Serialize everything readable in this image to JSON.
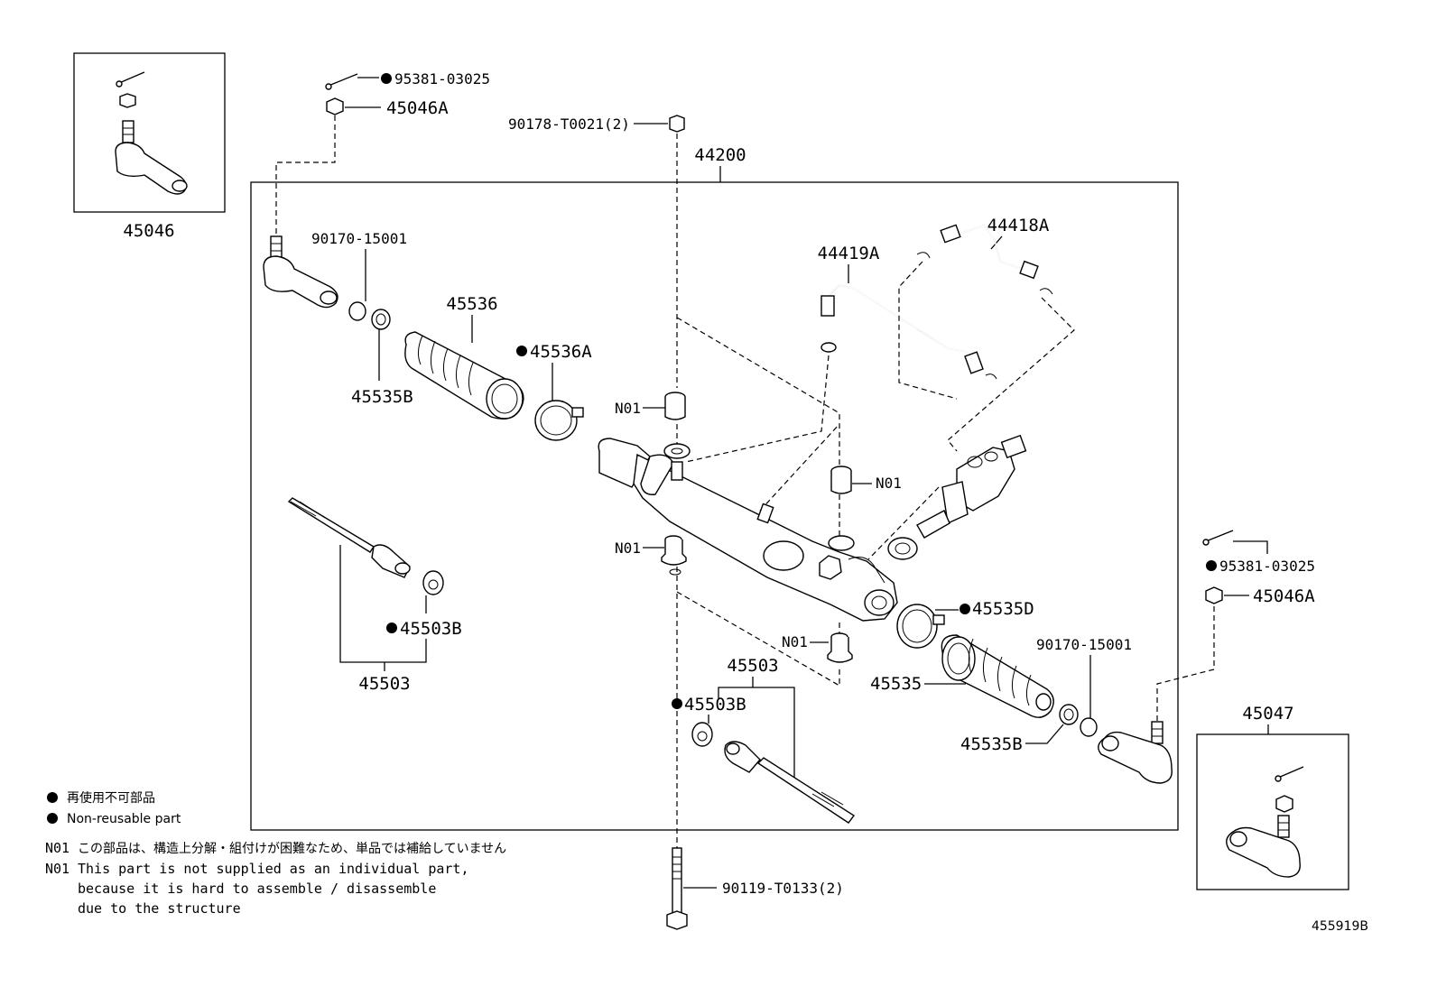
{
  "diagram": {
    "code": "455919B",
    "main_assembly": "44200",
    "labels": {
      "tie_end_kit_left": "45046",
      "tie_end_kit_right": "45047",
      "cotter_pin_left": "95381-03025",
      "nut_left": "45046A",
      "bolt_top": "90178-T0021(2)",
      "main": "44200",
      "clip_left": "90170-15001",
      "boot_left": "45536",
      "boot_clamp_left": "45536A",
      "clamp_left": "45535B",
      "tube_44419": "44419A",
      "tube_44418": "44418A",
      "n01_a": "N01",
      "n01_b": "N01",
      "n01_c": "N01",
      "n01_d": "N01",
      "washer_left": "45503B",
      "rod_left": "45503",
      "cotter_pin_right": "95381-03025",
      "nut_right": "45046A",
      "boot_clamp_right": "45535D",
      "clip_right": "90170-15001",
      "rod_right": "45503",
      "washer_right": "45503B",
      "boot_right": "45535",
      "clamp_right": "45535B",
      "bolt_bottom": "90119-T0133(2)"
    },
    "legend": {
      "jp_nonreusable": "再使用不可部品",
      "en_nonreusable": "Non-reusable part"
    },
    "notes": {
      "n01_code_jp": "N01",
      "n01_jp": "この部品は、構造上分解・組付けが困難なため、単品では補給していません",
      "n01_code_en": "N01",
      "n01_en_line1": "This part is not supplied as an individual part,",
      "n01_en_line2": "because it is hard to assemble / disassemble",
      "n01_en_line3": "due to the structure"
    }
  }
}
